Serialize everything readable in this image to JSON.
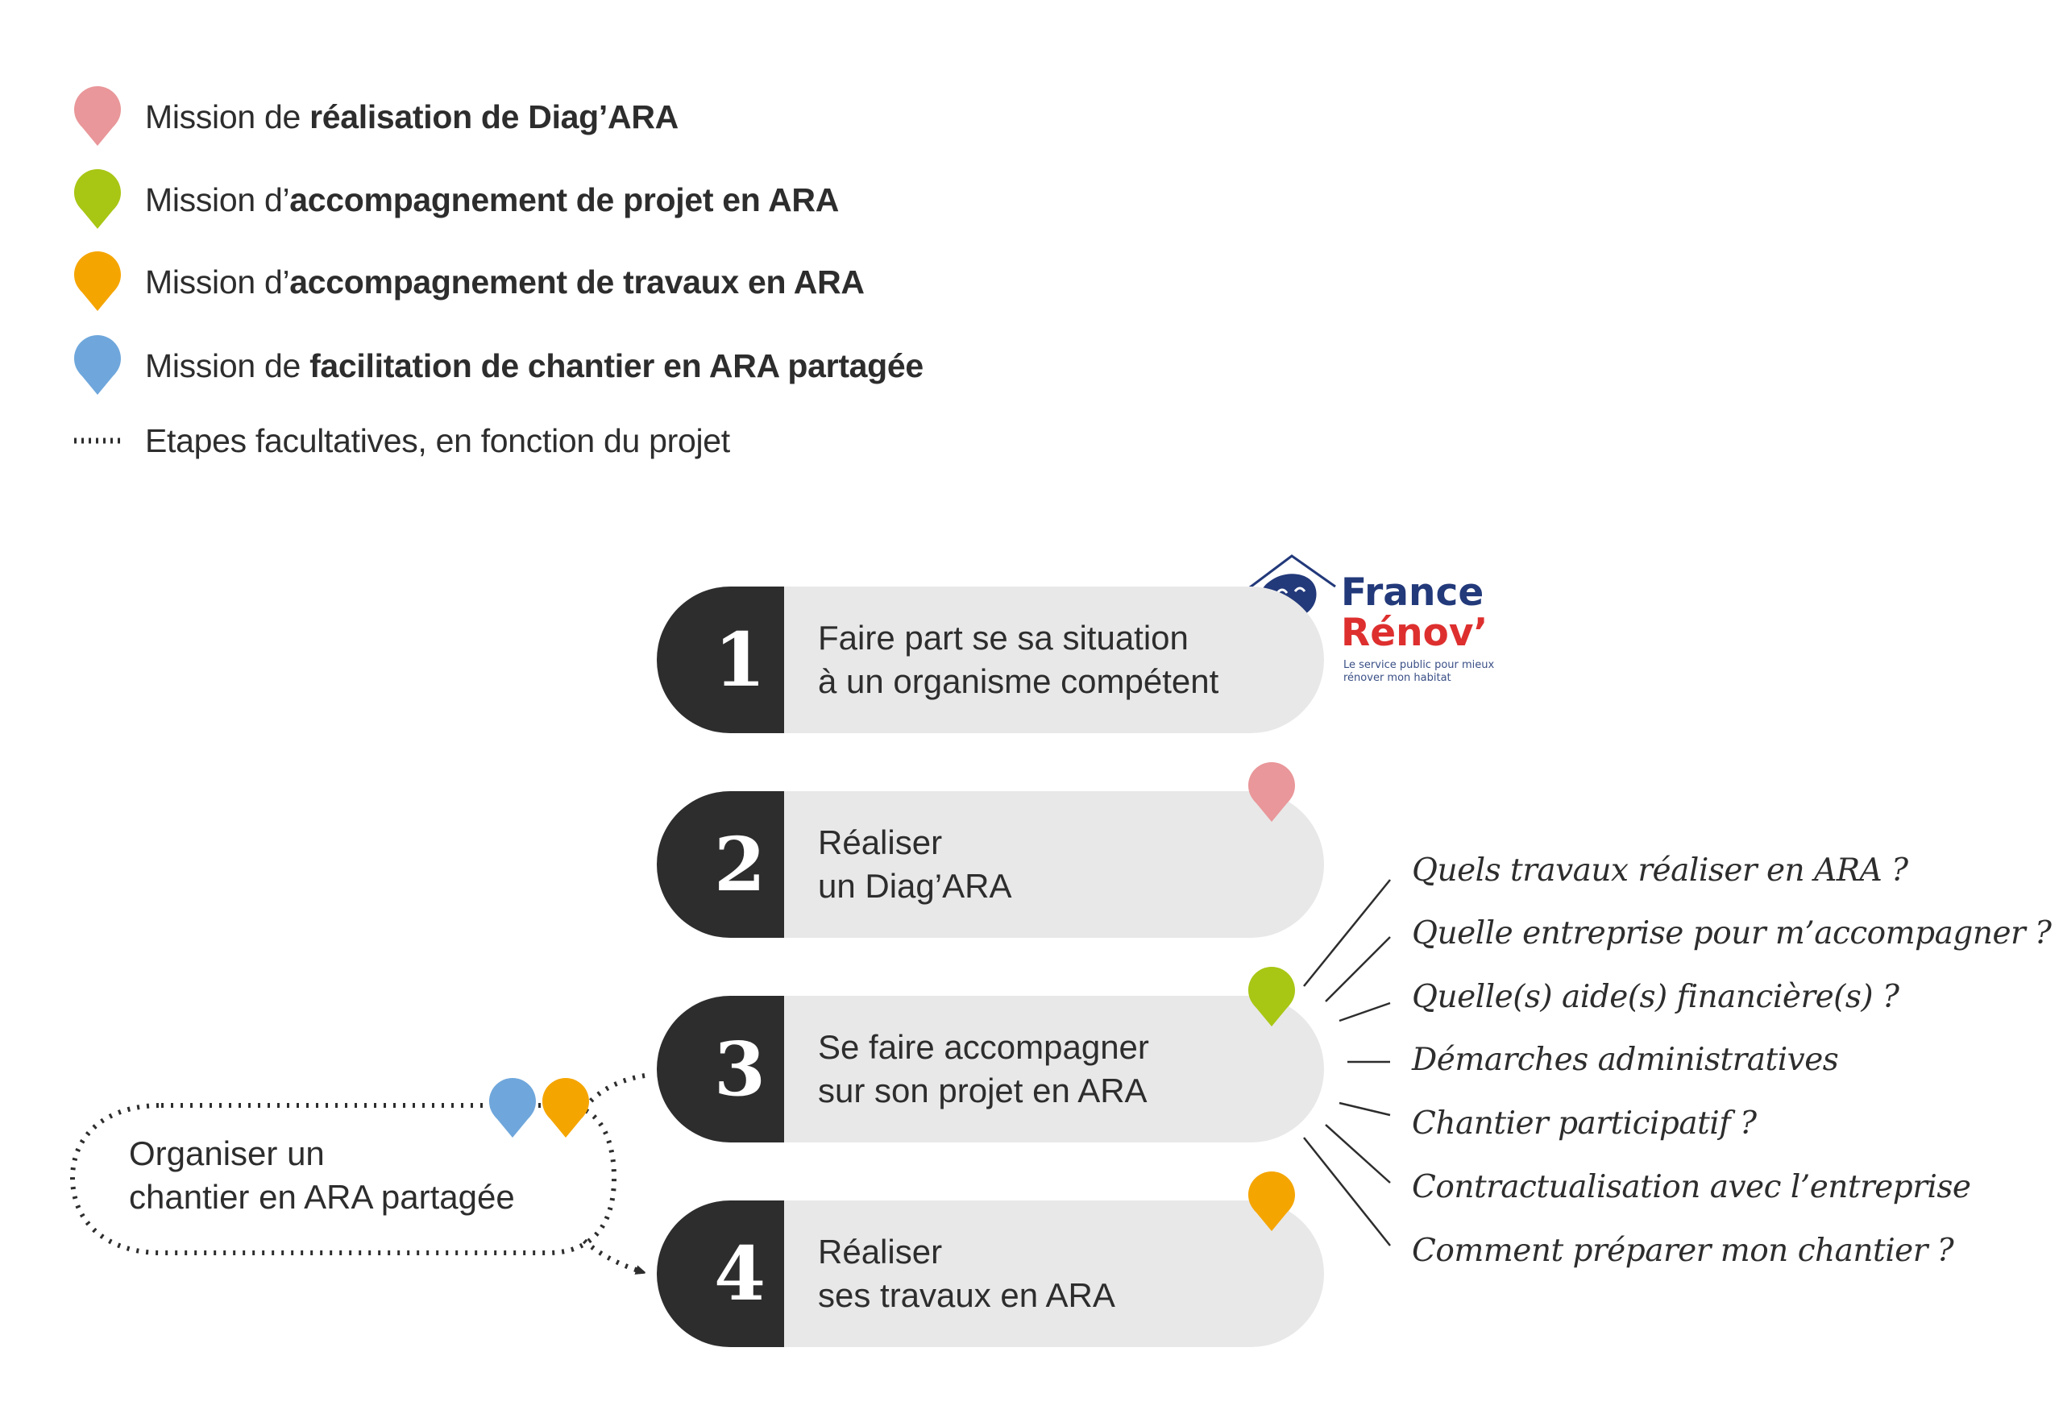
{
  "colors": {
    "pink": "#e9979a",
    "green": "#a8c614",
    "orange": "#f5a500",
    "blue": "#6fa7dc",
    "dark": "#2d2d2d",
    "pill_grey": "#e8e8e8",
    "logo_blue": "#22397a",
    "logo_red": "#de2f2f"
  },
  "legend": [
    {
      "pin": "pink-pin-icon",
      "prefix": "Mission de ",
      "bold": "réalisation de Diag’ARA"
    },
    {
      "pin": "green-pin-icon",
      "prefix": "Mission d’",
      "bold": "accompagnement de projet en ARA"
    },
    {
      "pin": "orange-pin-icon",
      "prefix": "Mission d’",
      "bold": "accompagnement de travaux en ARA"
    },
    {
      "pin": "blue-pin-icon",
      "prefix": "Mission de ",
      "bold": "facilitation de chantier en ARA partagée"
    },
    {
      "pin": "dotted-line-icon",
      "prefix": "Etapes facultatives, en fonction du projet",
      "bold": ""
    }
  ],
  "steps": [
    {
      "number": "1",
      "line1": "Faire part se sa situation",
      "line2": "à un organisme compétent",
      "pins": []
    },
    {
      "number": "2",
      "line1": "Réaliser",
      "line2": "un Diag’ARA",
      "pins": [
        "pink"
      ]
    },
    {
      "number": "3",
      "line1": "Se faire accompagner",
      "line2": "sur son projet en ARA",
      "pins": [
        "green"
      ]
    },
    {
      "number": "4",
      "line1": "Réaliser",
      "line2": "ses travaux en ARA",
      "pins": [
        "orange"
      ]
    }
  ],
  "optional_step": {
    "line1": "Organiser un",
    "line2": "chantier en ARA partagée",
    "pins": [
      "blue",
      "orange"
    ]
  },
  "questions": [
    "Quels travaux réaliser en ARA ?",
    "Quelle entreprise pour m’accompagner ?",
    "Quelle(s) aide(s) financière(s) ?",
    "Démarches administratives",
    "Chantier participatif ?",
    "Contractualisation avec l’entreprise",
    "Comment préparer mon chantier ?"
  ],
  "logo": {
    "line1": "France",
    "line2": "Rénov’",
    "tagline1": "Le service public pour mieux",
    "tagline2": "rénover mon habitat"
  }
}
